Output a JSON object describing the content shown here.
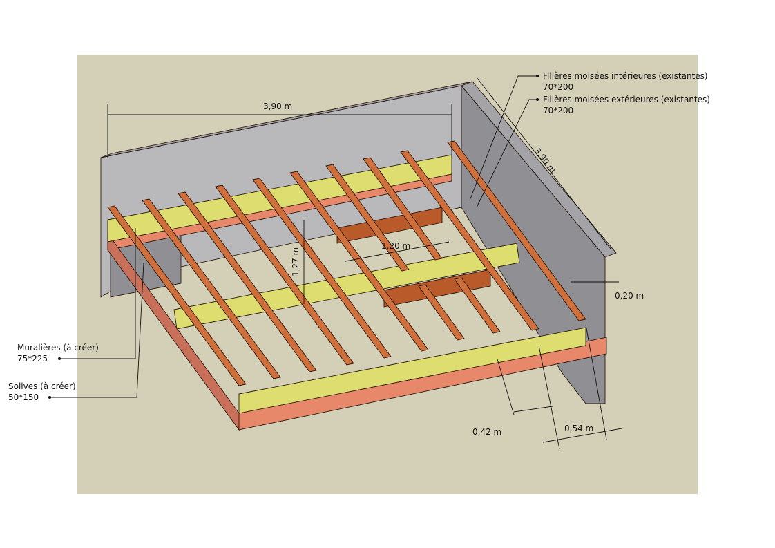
{
  "colors": {
    "background": "#d4d0b7",
    "wall_front": "#b9b9bc",
    "wall_top": "#a4a4a8",
    "wall_dark": "#8f8f94",
    "beam_yellow": "#dede70",
    "beam_yellow_dark": "#c9c95a",
    "beam_salmon": "#e8886a",
    "beam_salmon_dark": "#c9705a",
    "joist_front": "#b85a2a",
    "joist_top": "#cf6f3c",
    "joist_dark": "#8a3c1c",
    "line": "#111111"
  },
  "dimensions": {
    "width_top": "3,90 m",
    "depth_right": "3,90 m",
    "opening_width": "1,20 m",
    "opening_depth": "1,27 m",
    "wall_thickness": "0,20 m",
    "joist_spacing": "0,42 m",
    "offset_right": "0,54 m"
  },
  "labels": {
    "inner_beams_name": "Filières moisées intérieures (existantes)",
    "inner_beams_size": "70*200",
    "outer_beams_name": "Filières moisées extérieures (existantes)",
    "outer_beams_size": "70*200",
    "wall_plates_name": "Muralières (à créer)",
    "wall_plates_size": "75*225",
    "joists_name": "Solives (à créer)",
    "joists_size": "50*150"
  }
}
